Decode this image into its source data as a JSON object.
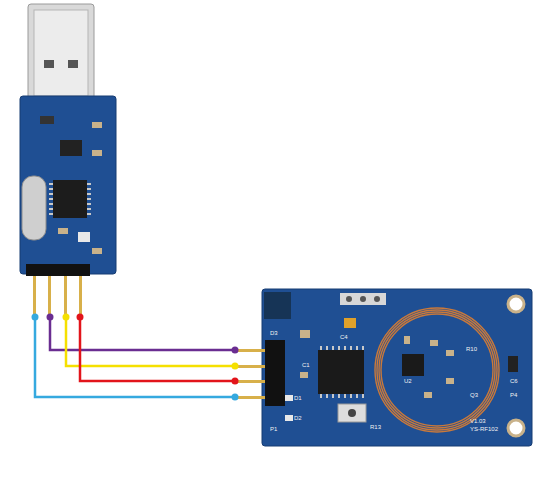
{
  "diagram": {
    "labels": [
      "D3",
      "C1",
      "C4",
      "U2",
      "R10",
      "C6",
      "P4",
      "Q3",
      "R13",
      "P1",
      "D1",
      "D2",
      "V1.03",
      "YS-RF102"
    ]
  }
}
